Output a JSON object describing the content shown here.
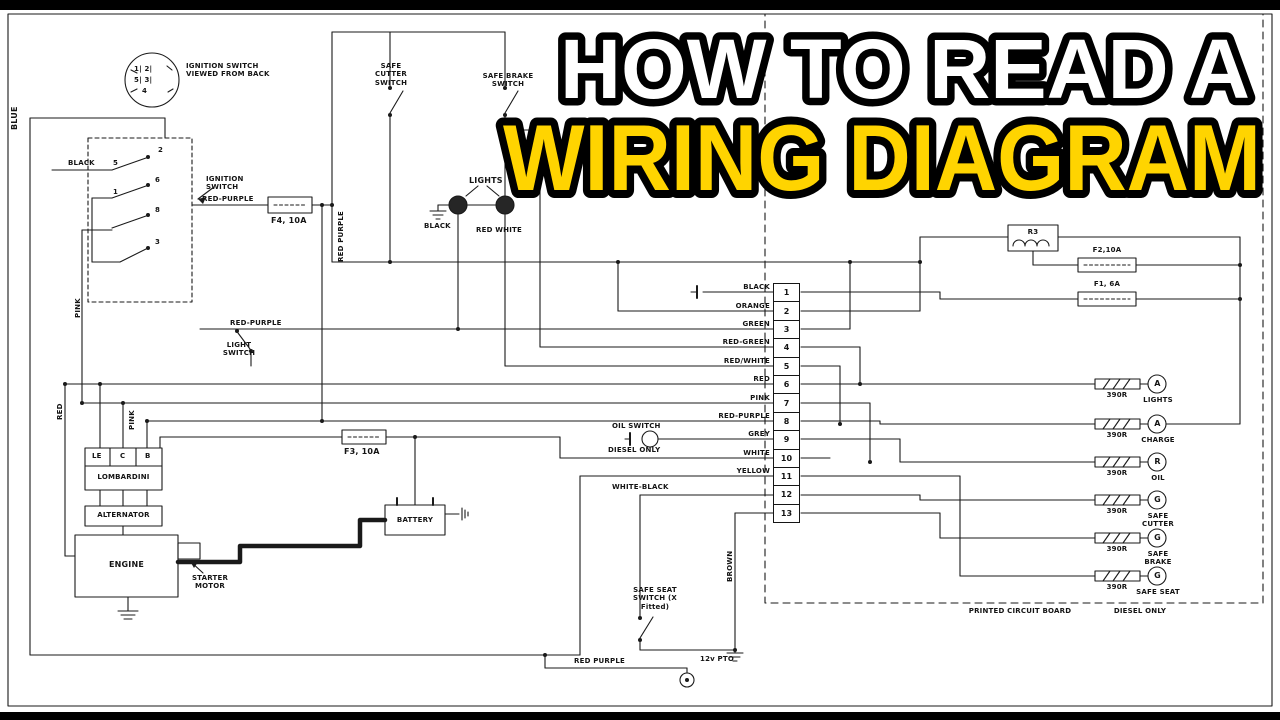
{
  "title": {
    "line1": "HOW TO READ A",
    "line2": "WIRING DIAGRAM"
  },
  "colors": {
    "line1_fill": "#ffffff",
    "line2_fill": "#ffd400",
    "outline": "#000000",
    "ink": "#1a1a1a",
    "paper": "#ffffff"
  },
  "diagram": {
    "labels": {
      "blue": "BLUE",
      "ignition_viewed": "IGNITION SWITCH VIEWED FROM BACK",
      "ign_pins_r1": "1| 2|",
      "ign_pins_r2": "5| 3|",
      "ign_pins_r3": "4",
      "black_contact": "BLACK",
      "c5": "5",
      "c2": "2",
      "c1": "1",
      "c6": "6",
      "c8": "8",
      "c3": "3",
      "ignition_switch": "IGNITION SWITCH",
      "red_purple_feed": "RED-PURPLE",
      "f4": "F4, 10A",
      "red_purple_vert": "RED PURPLE",
      "safe_cutter": "SAFE CUTTER SWITCH",
      "safe_brake": "SAFE BRAKE SWITCH",
      "lights": "LIGHTS",
      "black_lamp": "BLACK",
      "red_white": "RED WHITE",
      "pink_a": "PINK",
      "red_purple_mid": "RED-PURPLE",
      "light_switch": "LIGHT SWITCH",
      "red_vert": "RED",
      "pink_b": "PINK",
      "f3": "F3, 10A",
      "le": "LE",
      "c": "C",
      "b": "B",
      "lombardini": "LOMBARDINI",
      "alternator": "ALTERNATOR",
      "engine": "ENGINE",
      "starter": "STARTER MOTOR",
      "battery": "BATTERY",
      "oil_switch": "OIL SWITCH",
      "diesel_only_switch": "DIESEL ONLY",
      "white_black": "WHITE-BLACK",
      "brown_vert": "BROWN",
      "safe_seat": "SAFE SEAT SWITCH (X Fitted)",
      "red_purple_bottom": "RED PURPLE",
      "pto": "12v PTO",
      "r3": "R3",
      "f2": "F2,10A",
      "f1": "F1, 6A",
      "pcb": "PRINTED CIRCUIT BOARD",
      "diesel_only_pcb": "DIESEL ONLY"
    },
    "wire_labels": [
      "BLACK",
      "ORANGE",
      "GREEN",
      "RED-GREEN",
      "RED/WHITE",
      "RED",
      "PINK",
      "RED-PURPLE",
      "GREY",
      "WHITE",
      "YELLOW"
    ],
    "terminals": [
      "1",
      "2",
      "3",
      "4",
      "5",
      "6",
      "7",
      "8",
      "9",
      "10",
      "11",
      "12",
      "13"
    ],
    "gauges": [
      {
        "value": "390R",
        "letter": "A",
        "label": "LIGHTS"
      },
      {
        "value": "390R",
        "letter": "A",
        "label": "CHARGE"
      },
      {
        "value": "390R",
        "letter": "R",
        "label": "OIL"
      },
      {
        "value": "390R",
        "letter": "G",
        "label": "SAFE CUTTER"
      },
      {
        "value": "390R",
        "letter": "G",
        "label": "SAFE BRAKE"
      },
      {
        "value": "390R",
        "letter": "G",
        "label": "SAFE SEAT"
      }
    ]
  }
}
